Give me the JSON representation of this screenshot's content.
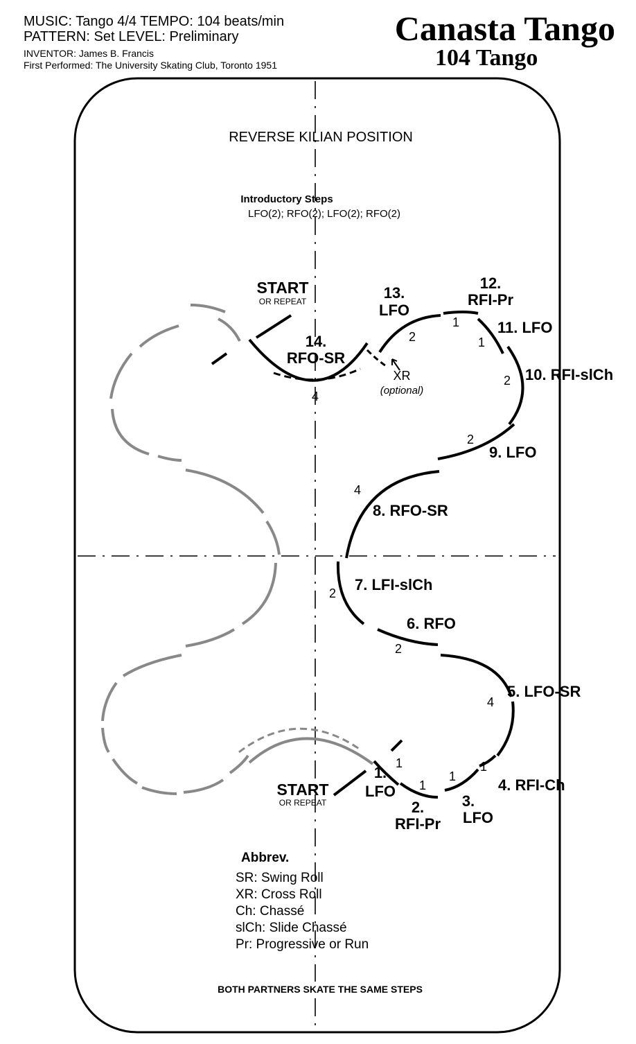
{
  "header": {
    "line1": "MUSIC: Tango 4/4  TEMPO: 104 beats/min",
    "line2": "PATTERN: Set   LEVEL: Preliminary",
    "inventor": "INVENTOR: James B. Francis",
    "first_performed": "First Performed: The University Skating Club, Toronto 1951",
    "title": "Canasta Tango",
    "subtitle": "104 Tango"
  },
  "diagram": {
    "position_label": "REVERSE KILIAN POSITION",
    "intro_title": "Introductory Steps",
    "intro_steps": "LFO(2); RFO(2); LFO(2); RFO(2)",
    "start_top": "START",
    "repeat_top": "OR REPEAT",
    "start_bottom": "START",
    "repeat_bottom": "OR REPEAT",
    "xr_label": "XR",
    "xr_note": "(optional)",
    "steps": {
      "s1_num": "1.",
      "s1_edge": "LFO",
      "s2_num": "2.",
      "s2_edge": "RFI-Pr",
      "s3_num": "3.",
      "s3_edge": "LFO",
      "s4": "4. RFI-Ch",
      "s5": "5. LFO-SR",
      "s6": "6. RFO",
      "s7": "7. LFI-slCh",
      "s8": "8. RFO-SR",
      "s9": "9. LFO",
      "s10": "10. RFI-slCh",
      "s11": "11. LFO",
      "s12_num": "12.",
      "s12_edge": "RFI-Pr",
      "s13_num": "13.",
      "s13_edge": "LFO",
      "s14_num": "14.",
      "s14_edge": "RFO-SR"
    },
    "beats": {
      "b1": "1",
      "b2": "1",
      "b3": "1",
      "b4": "1",
      "b5": "4",
      "b6": "2",
      "b7": "2",
      "b8": "4",
      "b9": "2",
      "b10": "2",
      "b11": "1",
      "b12": "1",
      "b13": "2",
      "b14": "4"
    },
    "abbrev_title": "Abbrev.",
    "abbrev": [
      "SR: Swing Roll",
      "XR: Cross Roll",
      "Ch: Chassé",
      "slCh: Slide Chassé",
      "Pr: Progressive or Run"
    ],
    "footer": "BOTH PARTNERS SKATE THE SAME STEPS"
  }
}
